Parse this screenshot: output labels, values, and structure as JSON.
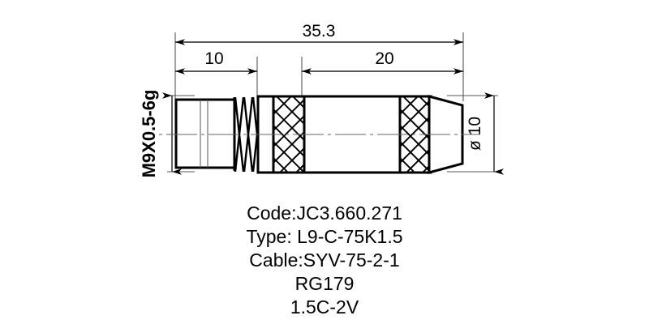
{
  "drawing": {
    "title": "RF coaxial connector technical drawing",
    "dimensions": {
      "overall_length": "35.3",
      "front_length": "10",
      "rear_length": "20",
      "diameter": "ø 10",
      "thread": "M9X0.5-6g"
    },
    "specs": {
      "code_line": "Code:JC3.660.271",
      "type_line": "Type: L9-C-75K1.5",
      "cable_line": "Cable:SYV-75-2-1",
      "cable_alt_1": "RG179",
      "cable_alt_2": "1.5C-2V"
    },
    "colors": {
      "line": "#000000",
      "thin_line": "#555555",
      "background": "#ffffff"
    },
    "features": {
      "coupling_nut": "coupling-nut",
      "thread_section": "thread-section",
      "front_knurl": "front-knurl-grip",
      "body_barrel": "body-barrel",
      "rear_knurl": "rear-knurl-grip",
      "strain_relief_boot": "strain-relief-boot"
    }
  }
}
